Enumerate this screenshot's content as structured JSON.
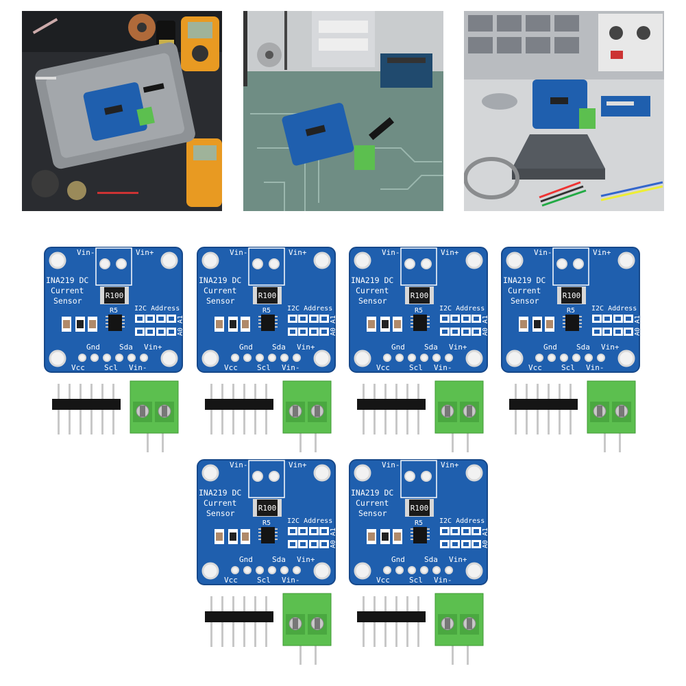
{
  "photos": [
    {
      "name": "workbench-dark-photo"
    },
    {
      "name": "pcb-mat-photo"
    },
    {
      "name": "lab-stand-photo"
    }
  ],
  "board": {
    "labels": {
      "vin_minus_top": "Vin-",
      "vin_plus_top": "Vin+",
      "chip_line1": "INA219 DC",
      "chip_line2": "Current",
      "chip_line3": "Sensor",
      "shunt": "R100",
      "r5": "R5",
      "i2c": "I2C Address",
      "a0": "A0",
      "a1": "A1",
      "gnd": "Gnd",
      "sda": "Sda",
      "vin_plus_bottom": "Vin+",
      "vcc": "Vcc",
      "scl": "Scl",
      "vin_minus_bottom": "Vin-"
    }
  },
  "kit_count": 6,
  "colors": {
    "pcb_blue": "#1f5fae",
    "pcb_edge": "#16488a",
    "terminal_green": "#5cbf4f",
    "header_black": "#151515",
    "pin_silver": "#c8c8c8"
  }
}
